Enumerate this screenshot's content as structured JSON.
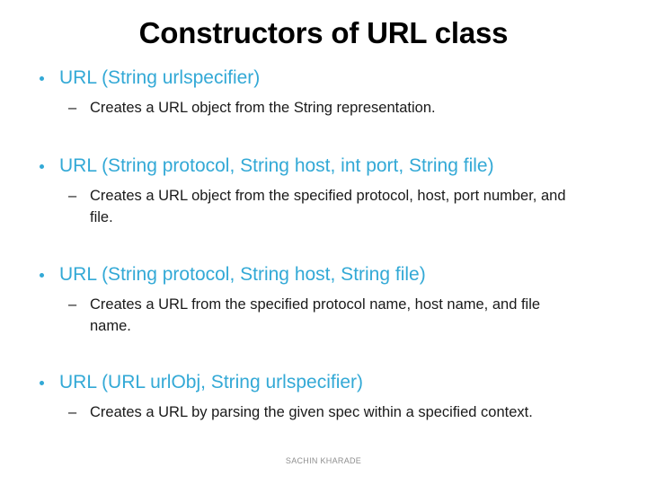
{
  "slide": {
    "title": "Constructors of URL class",
    "background_color": "#ffffff",
    "accent_color": "#33A9D6",
    "body_text_color": "#1a1a1a",
    "title_color": "#000000",
    "bullet_marker": "•",
    "sub_bullet_marker": "–",
    "items": [
      {
        "signature": "URL (String urlspecifier)",
        "description": "Creates a URL object from the String representation."
      },
      {
        "signature": "URL (String protocol, String host, int port, String file)",
        "description": "Creates a URL object from the specified protocol, host, port number, and file."
      },
      {
        "signature": "URL (String protocol, String host, String file)",
        "description": "Creates a URL from the specified protocol name, host name, and file name."
      },
      {
        "signature": "URL (URL urlObj, String urlspecifier)",
        "description": "Creates a URL by parsing the given spec within a specified context."
      }
    ],
    "footer": "SACHIN KHARADE"
  }
}
